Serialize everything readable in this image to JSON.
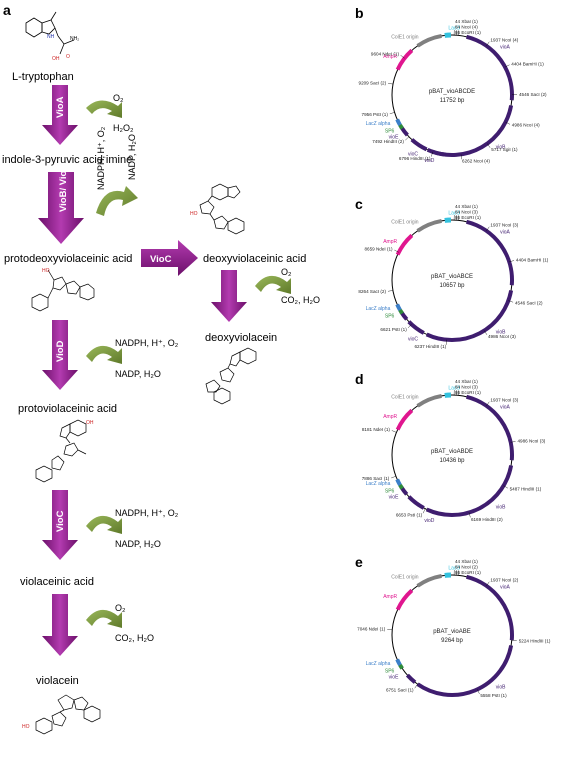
{
  "panels": {
    "a": "a",
    "b": "b",
    "c": "c",
    "d": "d",
    "e": "e"
  },
  "pathway": {
    "compounds": {
      "trp": "L-tryptophan",
      "ipa": "indole-3-pyruvic acid imine",
      "pdva": "protodeoxyviolaceinic acid",
      "dva": "deoxyviolaceinic acid",
      "dvl": "deoxyviolacein",
      "pva": "protoviolaceinic acid",
      "va": "violaceinic acid",
      "vl": "violacein"
    },
    "enzymes": {
      "vioA": "VioA",
      "vioBE": "VioB/ VioE",
      "vioC_top": "VioC",
      "vioD": "VioD",
      "vioC": "VioC"
    },
    "cofactors": {
      "o2": "O₂",
      "h2o2": "H₂O₂",
      "nadph_top": "NADPH, H⁺, O₂",
      "nadp_top": "NADP, H₂O",
      "o2_dv": "O₂",
      "co2_dv": "CO₂, H₂O",
      "nadph_d": "NADPH, H⁺, O₂",
      "nadp_d": "NADP, H₂O",
      "nadph_c": "NADPH, H⁺, O₂",
      "nadp_c": "NADP, H₂O",
      "o2_v": "O₂",
      "co2_v": "CO₂, H₂O"
    },
    "molecule_labels": {
      "oh": "OH",
      "nh2": "NH₂",
      "o": "O",
      "nh": "NH",
      "ho": "HO",
      "hn": "HN"
    }
  },
  "plasmids": [
    {
      "id": "b",
      "name": "pBAT_vioABCDE",
      "size": "11752 bp",
      "genes": [
        "ColE1 origin",
        "AmpR",
        "vioA",
        "vioB",
        "vioC",
        "vioD",
        "vioE",
        "LacZ alpha",
        "SP6",
        "LacO"
      ],
      "sites": [
        "44 XbaI (1)",
        "84 NcoI (4)",
        "86 EcoRI (1)",
        "1937 NcoI (4)",
        "4404 BamHI (1)",
        "4546 SacI (2)",
        "4986 NcoI (4)",
        "5717 SgiI (1)",
        "6262 NcoI (4)",
        "6796 HindIII (1)",
        "7492 HindIII (2)",
        "7956 PstI (1)",
        "9209 SacI (2)",
        "9604 NdeI (1)"
      ]
    },
    {
      "id": "c",
      "name": "pBAT_vioABCE",
      "size": "10657 bp",
      "genes": [
        "ColE1 origin",
        "AmpR",
        "vioA",
        "vioB",
        "vioC",
        "LacZ alpha",
        "SP6",
        "LacO"
      ],
      "sites": [
        "44 XbaI (1)",
        "84 NcoI (3)",
        "86 EcoRI (1)",
        "1937 NcoI (3)",
        "4404 BamHI (1)",
        "4546 SacI (2)",
        "4986 NcoI (3)",
        "6237 HindIII (1)",
        "6621 PstI (1)",
        "8264 SacI (2)",
        "8659 NdeI (1)"
      ]
    },
    {
      "id": "d",
      "name": "pBAT_vioABDE",
      "size": "10436 bp",
      "genes": [
        "ColE1 origin",
        "AmpR",
        "vioA",
        "vioB",
        "vioD",
        "vioE",
        "LacZ alpha",
        "SP6",
        "LacO"
      ],
      "sites": [
        "44 XbaI (1)",
        "84 NcoI (3)",
        "86 EcoRI (1)",
        "1937 NcoI (3)",
        "4986 NcoI (3)",
        "5487 HindIII (1)",
        "6169 HindIII (2)",
        "6653 PstI (1)",
        "7886 SacI (1)",
        "8181 NdeI (1)"
      ]
    },
    {
      "id": "e",
      "name": "pBAT_vioABE",
      "size": "9264 bp",
      "genes": [
        "ColE1 origin",
        "AmpR",
        "vioA",
        "vioB",
        "vioE",
        "LacZ alpha",
        "SP6",
        "LacO"
      ],
      "sites": [
        "44 XbaI (1)",
        "84 NcoI (2)",
        "86 EcoRI (1)",
        "1937 NcoI (2)",
        "5224 HindIII (1)",
        "5558 PstI (1)",
        "6751 SacI (1)",
        "7046 NdeI (1)"
      ]
    }
  ],
  "colors": {
    "enzyme_arrow": "#8e1a8c",
    "cofactor_arrow": "#76913a",
    "vio_gene": "#3f1d6f",
    "ampr": "#e0168f",
    "ori": "#808080",
    "lacz": "#3b7fc9",
    "laco": "#35c2de",
    "sp6": "#2e8b3a",
    "backbone": "#000000"
  }
}
